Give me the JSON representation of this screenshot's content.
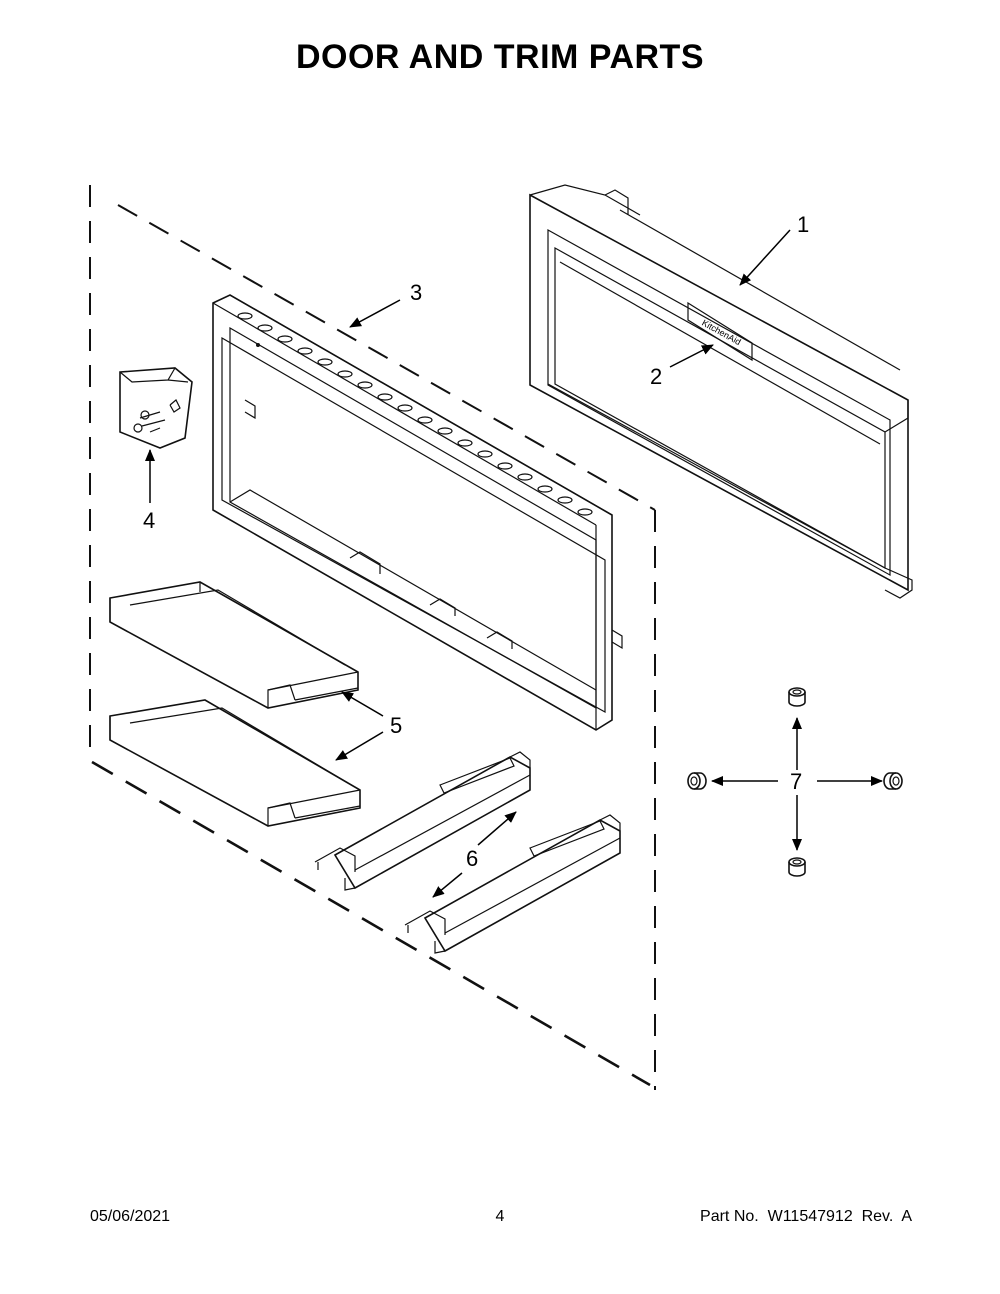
{
  "page": {
    "title": "DOOR AND TRIM PARTS",
    "footer": {
      "date": "05/06/2021",
      "page_number": "4",
      "part_number": "Part No.  W11547912  Rev.  A"
    }
  },
  "diagram": {
    "parts": [
      {
        "callout": "1",
        "icon": "door-panel"
      },
      {
        "callout": "2",
        "icon": "logo-badge"
      },
      {
        "callout": "3",
        "icon": "trim-frame"
      },
      {
        "callout": "4",
        "icon": "hardware-bag"
      },
      {
        "callout": "5",
        "icon": "vent-duct"
      },
      {
        "callout": "6",
        "icon": "mounting-bracket"
      },
      {
        "callout": "7",
        "icon": "spacer-bushing"
      }
    ],
    "badge_text": "KitchenAid"
  }
}
